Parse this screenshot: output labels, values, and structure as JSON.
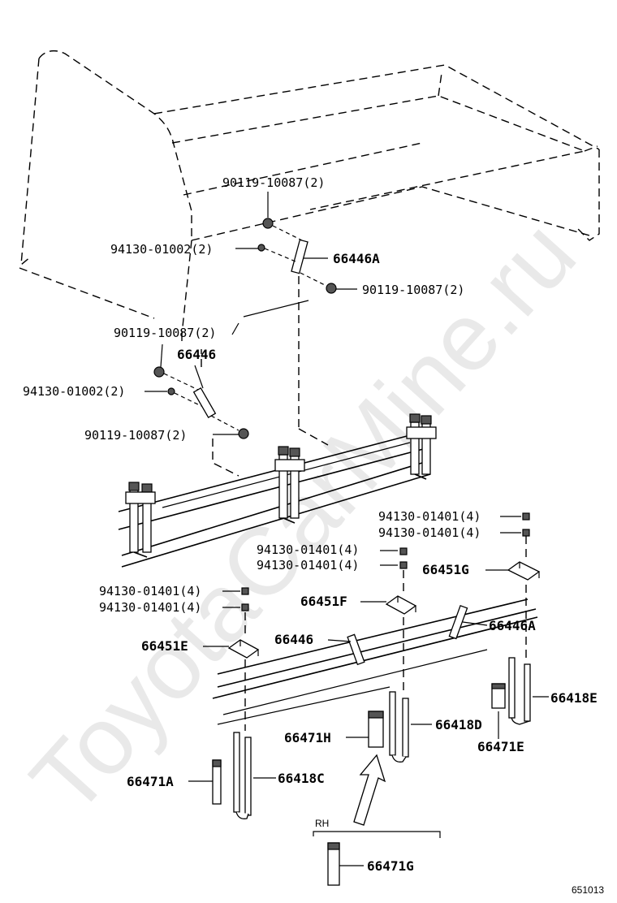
{
  "watermark": "ToyotaCarMine.ru",
  "diagram_id": "651013",
  "side_label": "RH",
  "labels": {
    "bolt_top": "90119-10087(2)",
    "nut_top": "94130-01002(2)",
    "bracket_a": "66446A",
    "bolt_top_right": "90119-10087(2)",
    "bolt_left": "90119-10087(2)",
    "bracket_plain": "66446",
    "nut_left": "94130-01002(2)",
    "bolt_left_lower": "90119-10087(2)",
    "nut_r1": "94130-01401(4)",
    "nut_r2": "94130-01401(4)",
    "nut_m1": "94130-01401(4)",
    "nut_m2": "94130-01401(4)",
    "plate_g": "66451G",
    "nut_l1": "94130-01401(4)",
    "nut_l2": "94130-01401(4)",
    "plate_f": "66451F",
    "bracket_lower": "66446",
    "bracket_lower_a": "66446A",
    "plate_e": "66451E",
    "ubolt_e": "66418E",
    "block_e": "66471E",
    "block_h": "66471H",
    "ubolt_d": "66418D",
    "block_a": "66471A",
    "ubolt_c": "66418C",
    "block_g": "66471G"
  }
}
